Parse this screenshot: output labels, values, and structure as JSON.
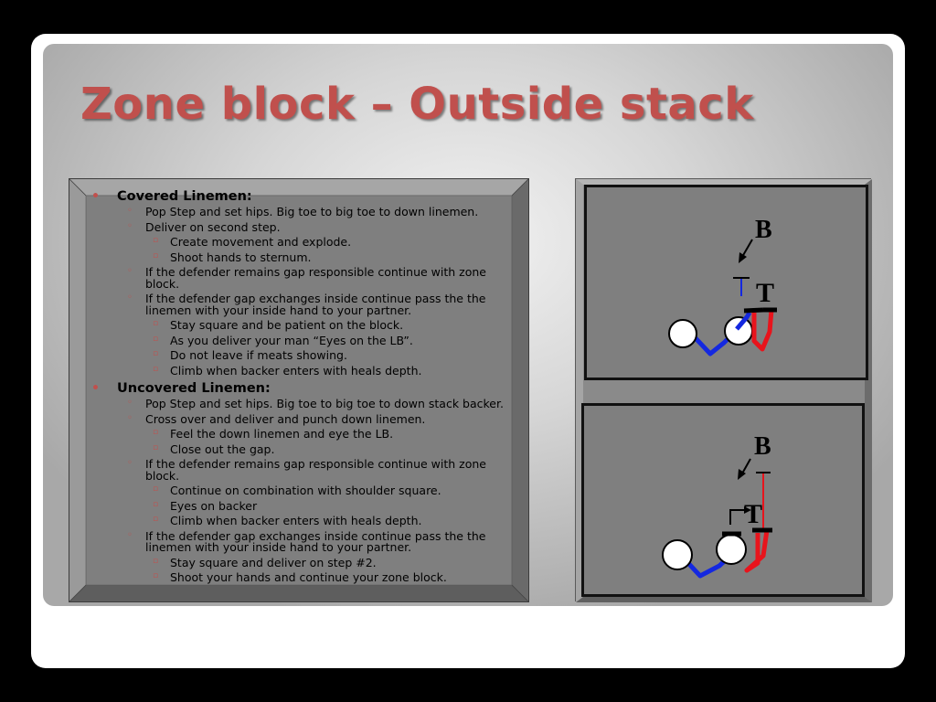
{
  "slide": {
    "title": "Zone block – Outside stack"
  },
  "content": {
    "covered": {
      "heading": "Covered Linemen:",
      "items": [
        "Pop Step and set hips. Big toe to big toe to down linemen.",
        "Deliver on second step.",
        "Create movement and explode.",
        "Shoot hands to sternum.",
        "If the defender remains gap responsible continue with zone block.",
        "If the defender gap exchanges inside continue pass the the linemen with your inside hand to your partner.",
        "Stay square and be patient on the block.",
        "As you deliver your man “Eyes on the LB”.",
        "Do not leave if meats showing.",
        "Climb when backer enters with heals depth."
      ]
    },
    "uncovered": {
      "heading": "Uncovered Linemen:",
      "items": [
        "Pop Step and set hips. Big toe to big toe to down stack backer.",
        "Cross over and deliver and punch down linemen.",
        "Feel the down linemen and eye the LB.",
        "Close out the gap.",
        "If the defender remains gap responsible continue with zone block.",
        "Continue on combination with shoulder square.",
        "Eyes on backer",
        "Climb when backer enters with heals depth.",
        "If the defender gap exchanges inside continue pass the the linemen with your inside hand to your partner.",
        "Stay square and deliver on step #2.",
        "Shoot your hands and continue your zone block."
      ]
    }
  },
  "diagram": {
    "top": {
      "backer_label": "B",
      "tackle_label": "T"
    },
    "bottom": {
      "backer_label": "B",
      "tackle_label": "T"
    },
    "colors": {
      "blue": "#1428e0",
      "red": "#e8141c",
      "black": "#000000",
      "white": "#ffffff"
    }
  },
  "colors": {
    "title": "#c0504d",
    "bullet": "#c0504d",
    "panel": "#7f7f7f"
  }
}
